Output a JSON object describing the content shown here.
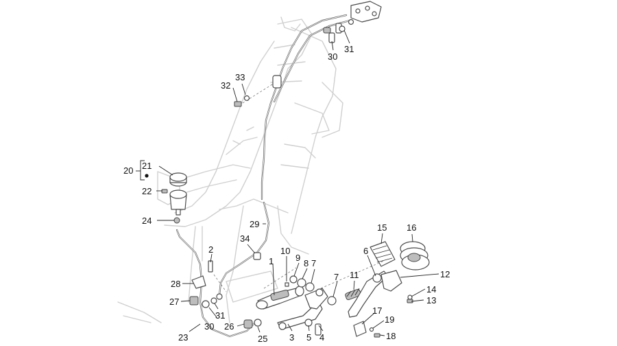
{
  "diagram": {
    "callouts": {
      "c1": "1",
      "c2": "2",
      "c3": "3",
      "c4": "4",
      "c5": "5",
      "c6": "6",
      "c7a": "7",
      "c7b": "7",
      "c8": "8",
      "c9": "9",
      "c10": "10",
      "c11": "11",
      "c12": "12",
      "c13": "13",
      "c14": "14",
      "c15": "15",
      "c16": "16",
      "c17": "17",
      "c18": "18",
      "c19": "19",
      "c20": "20",
      "c21": "21",
      "c22": "22",
      "c23": "23",
      "c24": "24",
      "c25": "25",
      "c26": "26",
      "c27": "27",
      "c28": "28",
      "c29": "29",
      "c30a": "30",
      "c30b": "30",
      "c31a": "31",
      "c31b": "31",
      "c32": "32",
      "c33": "33",
      "c34": "34"
    }
  }
}
